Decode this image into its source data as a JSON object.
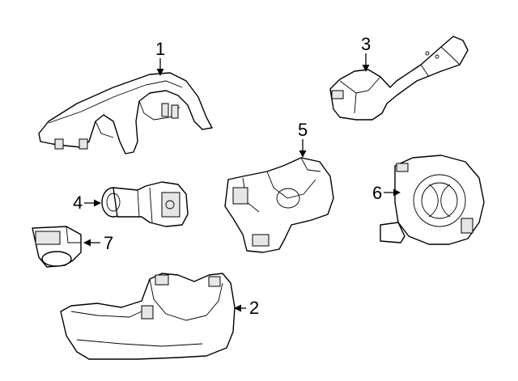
{
  "callouts": {
    "c1": "1",
    "c2": "2",
    "c3": "3",
    "c4": "4",
    "c5": "5",
    "c6": "6",
    "c7": "7"
  },
  "colors": {
    "line": "#000000",
    "background": "#ffffff",
    "shade": "#e6e6e6"
  }
}
